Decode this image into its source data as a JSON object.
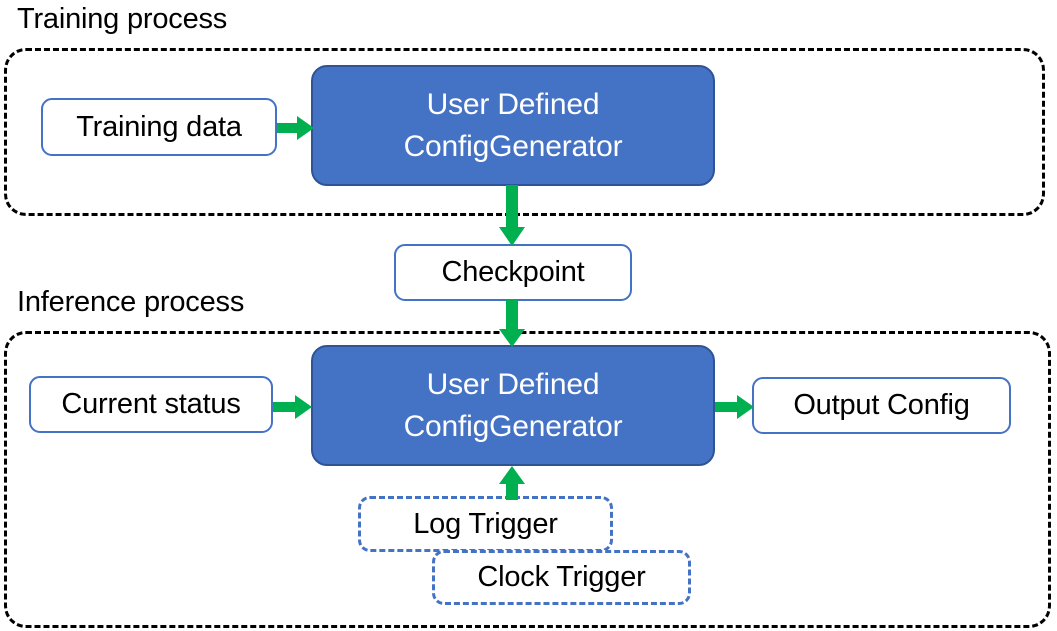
{
  "diagram": {
    "title_training": "Training process",
    "title_inference": "Inference process",
    "colors": {
      "blue_fill": "#4472C4",
      "blue_border": "#2E5496",
      "box_outline": "#4472C4",
      "arrow_green": "#00B050",
      "container_dash": "#000000",
      "text_dark": "#000000",
      "text_light": "#FFFFFF"
    }
  },
  "training": {
    "container_label": "Training process",
    "input_box": "Training data",
    "generator": {
      "line1": "User Defined",
      "line2": "ConfigGenerator"
    }
  },
  "checkpoint": {
    "label": "Checkpoint"
  },
  "inference": {
    "container_label": "Inference process",
    "input_box": "Current status",
    "generator": {
      "line1": "User Defined",
      "line2": "ConfigGenerator"
    },
    "output_box": "Output Config",
    "triggers": [
      {
        "label": "Log Trigger"
      },
      {
        "label": "Clock Trigger"
      }
    ]
  },
  "arrows": [
    {
      "name": "training-data-to-generator",
      "direction": "right"
    },
    {
      "name": "generator-to-checkpoint",
      "direction": "down"
    },
    {
      "name": "checkpoint-to-generator",
      "direction": "down"
    },
    {
      "name": "current-status-to-generator",
      "direction": "right"
    },
    {
      "name": "generator-to-output-config",
      "direction": "right"
    },
    {
      "name": "triggers-to-generator",
      "direction": "up"
    }
  ]
}
